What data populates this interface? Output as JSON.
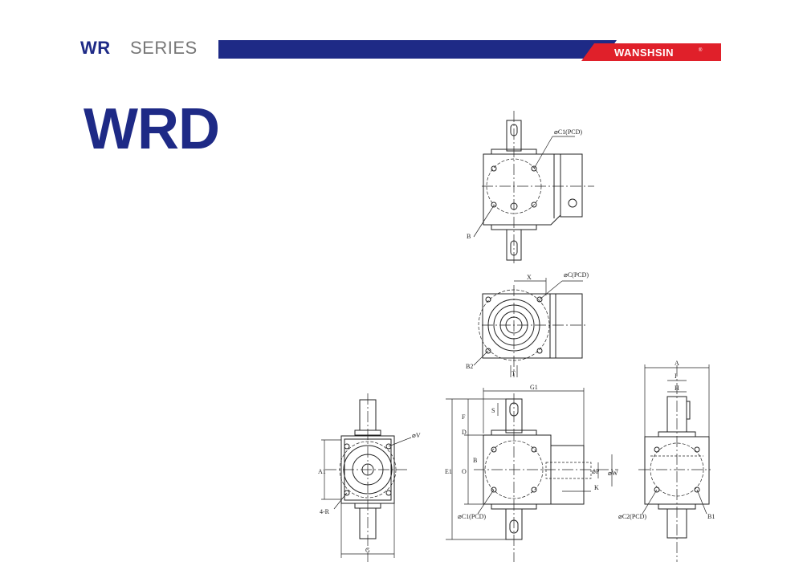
{
  "header": {
    "series_code": "WR",
    "series_word": "SERIES",
    "logo_text": "WANSHSIN",
    "logo_mark": "®",
    "colors": {
      "brand_blue": "#1e2a86",
      "brand_red": "#e0202a",
      "series_gray": "#777777"
    }
  },
  "title": "WRD",
  "drawing": {
    "labels": {
      "c1_pcd_top": "⌀C1(PCD)",
      "b_top": "B",
      "x": "X",
      "c_pcd": "⌀C(PCD)",
      "b2": "B2",
      "t": "T",
      "v": "⌀V",
      "a1": "A1",
      "four_r": "4-R",
      "g": "G",
      "g1": "G1",
      "s": "S",
      "f": "F",
      "d": "D",
      "e1": "E1",
      "o": "O",
      "b_front": "B",
      "p": "⌀P",
      "w": "⌀W",
      "k": "K",
      "c1_pcd_front": "⌀C1(PCD)",
      "a": "A",
      "i": "I",
      "h": "H",
      "c2_pcd": "⌀C2(PCD)",
      "b1": "B1"
    }
  }
}
